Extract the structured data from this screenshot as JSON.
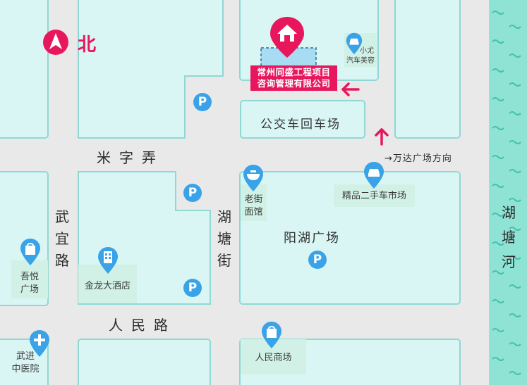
{
  "north": {
    "label": "北"
  },
  "roads": {
    "mizinong": "米字弄",
    "renmin": "人民路",
    "wuyi": [
      "武",
      "宜",
      "路"
    ],
    "hutang_street": [
      "湖",
      "塘",
      "街"
    ]
  },
  "river": {
    "label": [
      "湖",
      "塘",
      "河"
    ]
  },
  "target": {
    "line1": "常州同盛工程项目",
    "line2": "咨询管理有限公司",
    "icon": "house-icon"
  },
  "blocks": {
    "bus_depot": "公交车回车场",
    "yanghu": "阳湖广场"
  },
  "direction": {
    "wanda": "→万达广场方向"
  },
  "pois": {
    "xiaoyou": {
      "line1": "小尤",
      "line2": "汽车美容",
      "icon": "car-icon"
    },
    "laojie": {
      "line1": "老街",
      "line2": "面馆",
      "icon": "bowl-icon"
    },
    "jingpin": {
      "line1": "精品二手车市场",
      "icon": "car-icon"
    },
    "wuyue": {
      "line1": "吾悦",
      "line2": "广场",
      "icon": "shopping-bag-icon"
    },
    "jinlong": {
      "line1": "金龙大酒店",
      "icon": "hotel-icon"
    },
    "renmin_mall": {
      "line1": "人民商场",
      "icon": "shopping-bag-icon"
    },
    "wujin_hospital": {
      "line1": "武进",
      "line2": "中医院",
      "icon": "hospital-cross-icon"
    }
  },
  "parking": {
    "label": "P"
  },
  "colors": {
    "accent": "#e8175d",
    "poi_blue": "#3aa3e8",
    "block_fill": "#d9f6f4",
    "block_stroke": "#8fd8d4",
    "river": "#8fe3d4",
    "road": "#e9e9e9"
  }
}
